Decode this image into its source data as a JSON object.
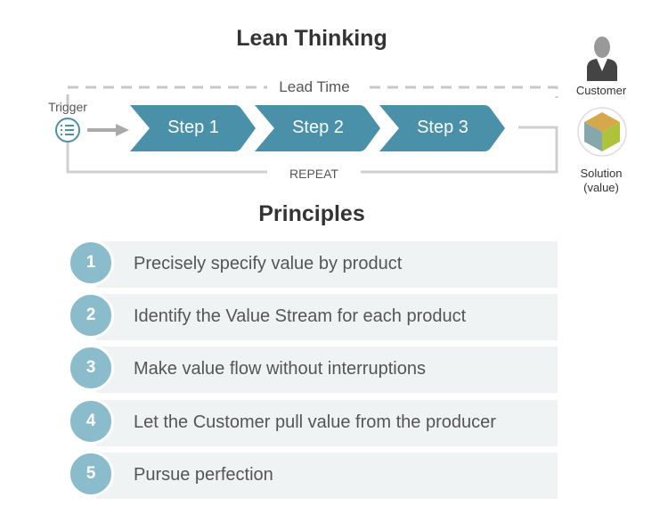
{
  "title": "Lean Thinking",
  "lead_time": "Lead Time",
  "trigger": "Trigger",
  "repeat": "REPEAT",
  "steps": [
    "Step 1",
    "Step 2",
    "Step 3"
  ],
  "customer": "Customer",
  "solution": "Solution",
  "solution_sub": "(value)",
  "principles_title": "Principles",
  "principles": [
    {
      "num": "1",
      "text": "Precisely specify value by product"
    },
    {
      "num": "2",
      "text": "Identify the Value Stream for each product"
    },
    {
      "num": "3",
      "text": "Make value flow without interruptions"
    },
    {
      "num": "4",
      "text": "Let the Customer pull value from the producer"
    },
    {
      "num": "5",
      "text": "Pursue perfection"
    }
  ],
  "colors": {
    "step": "#4a90a8",
    "circle": "#8bbccb",
    "row": "#f0f3f4"
  }
}
